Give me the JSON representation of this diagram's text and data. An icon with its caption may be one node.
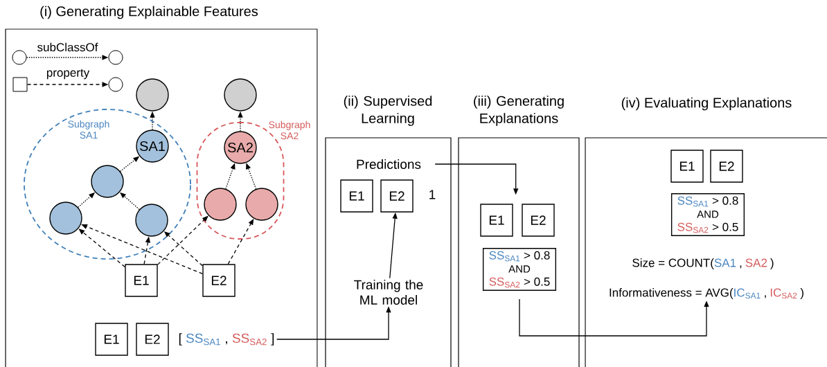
{
  "diagram": {
    "nodes": [
      {
        "text": [
          "(i) Generating Explainable Features"
        ]
      },
      {
        "text": [],
        "shape": "circle",
        "in": 0
      },
      {
        "text": [],
        "shape": "circle",
        "in": 0
      },
      {
        "text": [],
        "shape": "box",
        "in": 0
      },
      {
        "text": [],
        "shape": "circle",
        "in": 0
      },
      {
        "text": [],
        "shape": "circle",
        "in": 0
      },
      {
        "text": [],
        "shape": "circle",
        "in": 0
      },
      {
        "text": [
          "Subgraph SA1"
        ],
        "in": 0
      },
      {
        "text": [
          "SA1"
        ],
        "in": 7
      },
      {
        "text": [],
        "shape": "circle",
        "in": 7
      },
      {
        "text": [],
        "shape": "circle",
        "in": 7
      },
      {
        "text": [],
        "shape": "circle",
        "in": 7
      },
      {
        "text": [
          "Subgraph SA2"
        ],
        "in": 0
      },
      {
        "text": [
          "SA2"
        ],
        "in": 12
      },
      {
        "text": [],
        "shape": "circle",
        "in": 12
      },
      {
        "text": [],
        "shape": "circle",
        "in": 12
      },
      {
        "text": [
          "E1"
        ],
        "in": 0
      },
      {
        "text": [
          "E2"
        ],
        "in": 0
      },
      {
        "text": [
          "E1"
        ],
        "in": 0
      },
      {
        "text": [
          "E2"
        ],
        "in": 0
      },
      {
        "text": [
          "[",
          "SS$_{SA1}$",
          ",",
          "SS$_{SA2}$",
          "]"
        ],
        "in": 0
      },
      {
        "text": [
          "(ii) Supervised Learning"
        ]
      },
      {
        "text": [
          "Predictions"
        ],
        "in": 21
      },
      {
        "text": [
          "E1"
        ],
        "in": 21
      },
      {
        "text": [
          "E2"
        ],
        "in": 21
      },
      {
        "text": [
          "Training the ML model"
        ],
        "in": 21
      },
      {
        "text": [
          "(iii) Generating Explanations"
        ]
      },
      {
        "text": [
          "E1"
        ],
        "in": 26
      },
      {
        "text": [
          "E2"
        ],
        "in": 26
      },
      {
        "text": [
          "SS$_{SA1}$",
          "> 0.8",
          "AND",
          "SS$_{SA2}$",
          "> 0.5"
        ],
        "in": 26
      },
      {
        "text": [
          "(iv) Evaluating Explanations"
        ]
      },
      {
        "text": [
          "E1"
        ],
        "in": 30
      },
      {
        "text": [
          "E2"
        ],
        "in": 30
      },
      {
        "text": [
          "SS$_{SA1}$",
          "> 0.8",
          "AND",
          "SS$_{SA2}$",
          "> 0.5"
        ],
        "in": 30
      },
      {
        "text": [
          "Informativeness = AVG(",
          "IC$_{SA1}$",
          ",",
          "IC$_{SA2}$",
          ")"
        ],
        "in": 30
      }
    ],
    "edges": [
      {
        "from": 1,
        "to": 2,
        "arrow": "to",
        "style": "dashed",
        "label": "subClassOf"
      },
      {
        "from": 3,
        "to": 4,
        "arrow": "to",
        "style": "dashed",
        "label": "property"
      },
      {
        "from": 8,
        "to": 5,
        "arrow": "to",
        "style": "dashed"
      },
      {
        "from": 13,
        "to": 6,
        "arrow": "to",
        "style": "dashed"
      },
      {
        "from": 9,
        "to": 8,
        "arrow": "to",
        "style": "dashed"
      },
      {
        "from": 10,
        "to": 9,
        "arrow": "to",
        "style": "dashed"
      },
      {
        "from": 11,
        "to": 9,
        "arrow": "to",
        "style": "dashed"
      },
      {
        "from": 14,
        "to": 13,
        "arrow": "to",
        "style": "dashed"
      },
      {
        "from": 15,
        "to": 13,
        "arrow": "to",
        "style": "dashed"
      },
      {
        "from": 16,
        "to": 10,
        "arrow": "to",
        "style": "dashed"
      },
      {
        "from": 16,
        "to": 11,
        "arrow": "to",
        "style": "dashed"
      },
      {
        "from": 16,
        "to": 14,
        "arrow": "to",
        "style": "dashed"
      },
      {
        "from": 17,
        "to": 10,
        "arrow": "to",
        "style": "dashed"
      },
      {
        "from": 17,
        "to": 11,
        "arrow": "to",
        "style": "dashed"
      },
      {
        "from": 17,
        "to": 15,
        "arrow": "to",
        "style": "dashed"
      },
      {
        "from": 20,
        "to": 25,
        "arrow": "to"
      },
      {
        "from": 22,
        "to": 27,
        "arrow": "to"
      },
      {
        "from": 25,
        "to": 24,
        "arrow": "to"
      },
      {
        "from": 29,
        "to": 34,
        "arrow": "to"
      }
    ],
    "labels": [
      "1",
      "Size = COUNT(",
      "SA1",
      ",",
      "SA2",
      ")"
    ]
  }
}
